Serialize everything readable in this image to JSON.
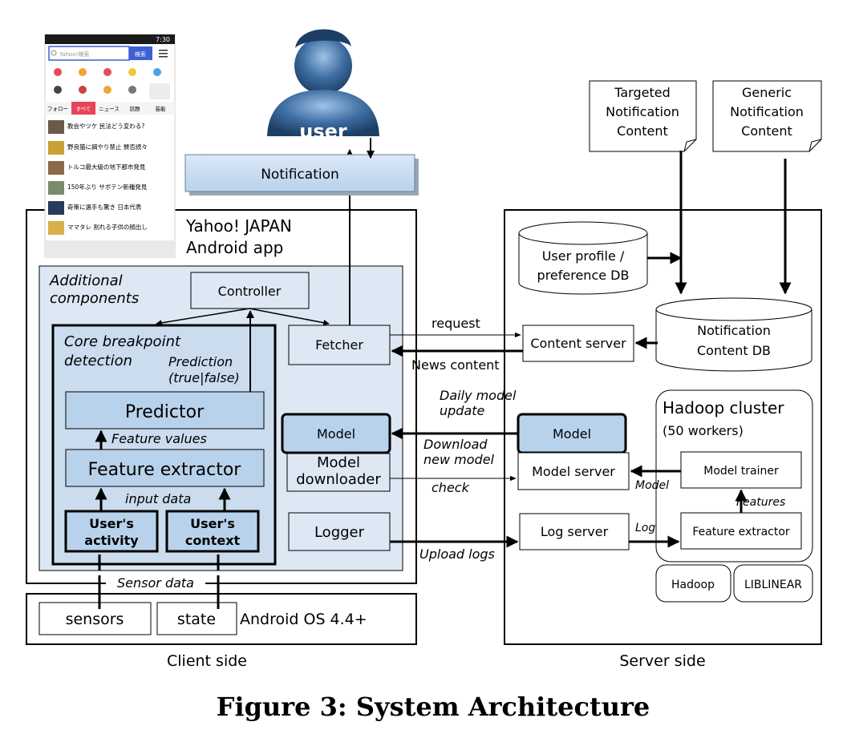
{
  "user": {
    "label": "user"
  },
  "notification": {
    "label": "Notification"
  },
  "client": {
    "app_title_1": "Yahoo! JAPAN",
    "app_title_2": "Android app",
    "additional_1": "Additional",
    "additional_2": "components",
    "controller": "Controller",
    "fetcher": "Fetcher",
    "core_1": "Core breakpoint",
    "core_2": "detection",
    "prediction_1": "Prediction",
    "prediction_2": "(true|false)",
    "predictor": "Predictor",
    "feature_values": "Feature values",
    "feature_extractor": "Feature extractor",
    "input_data": "input data",
    "users_activity_1": "User's",
    "users_activity_2": "activity",
    "users_context_1": "User's",
    "users_context_2": "context",
    "model": "Model",
    "model_downloader_1": "Model",
    "model_downloader_2": "downloader",
    "logger": "Logger",
    "sensor_data": "Sensor data",
    "sensors": "sensors",
    "state": "state",
    "os": "Android OS 4.4+",
    "side_label": "Client side"
  },
  "server": {
    "targeted_1": "Targeted",
    "targeted_2": "Notification",
    "targeted_3": "Content",
    "generic_1": "Generic",
    "generic_2": "Notification",
    "generic_3": "Content",
    "user_profile_1": "User profile /",
    "user_profile_2": "preference DB",
    "content_db_1": "Notification",
    "content_db_2": "Content DB",
    "content_server": "Content server",
    "hadoop_cluster": "Hadoop cluster",
    "workers": "(50 workers)",
    "model": "Model",
    "model_server": "Model server",
    "model_trainer": "Model trainer",
    "features": "Features",
    "model_edge": "Model",
    "log_server": "Log server",
    "log_edge": "Log",
    "feature_extractor": "Feature extractor",
    "hadoop": "Hadoop",
    "liblinear": "LIBLINEAR",
    "side_label": "Server side"
  },
  "edges": {
    "request": "request",
    "news_content": "News content",
    "daily_1": "Daily model",
    "daily_2": "update",
    "download_1": "Download",
    "download_2": "new model",
    "check": "check",
    "upload_logs": "Upload logs"
  },
  "phone": {
    "time": "7:30",
    "search_placeholder": "Yahoo!検索",
    "search_button": "検索",
    "tabs": [
      "フォロー",
      "すべて",
      "ニュース",
      "話題",
      "芸能"
    ],
    "news": [
      "教会やツケ 民法どう変わる?",
      "野良猫に餌やり禁止 賛否続々",
      "トルコ最大級の地下都市発見",
      "150年ぶり サボテン新種発見",
      "奇策に選手も驚き 日本代表",
      "ママタレ 割れる子供の顔出し"
    ]
  },
  "caption": "Figure 3: System Architecture"
}
